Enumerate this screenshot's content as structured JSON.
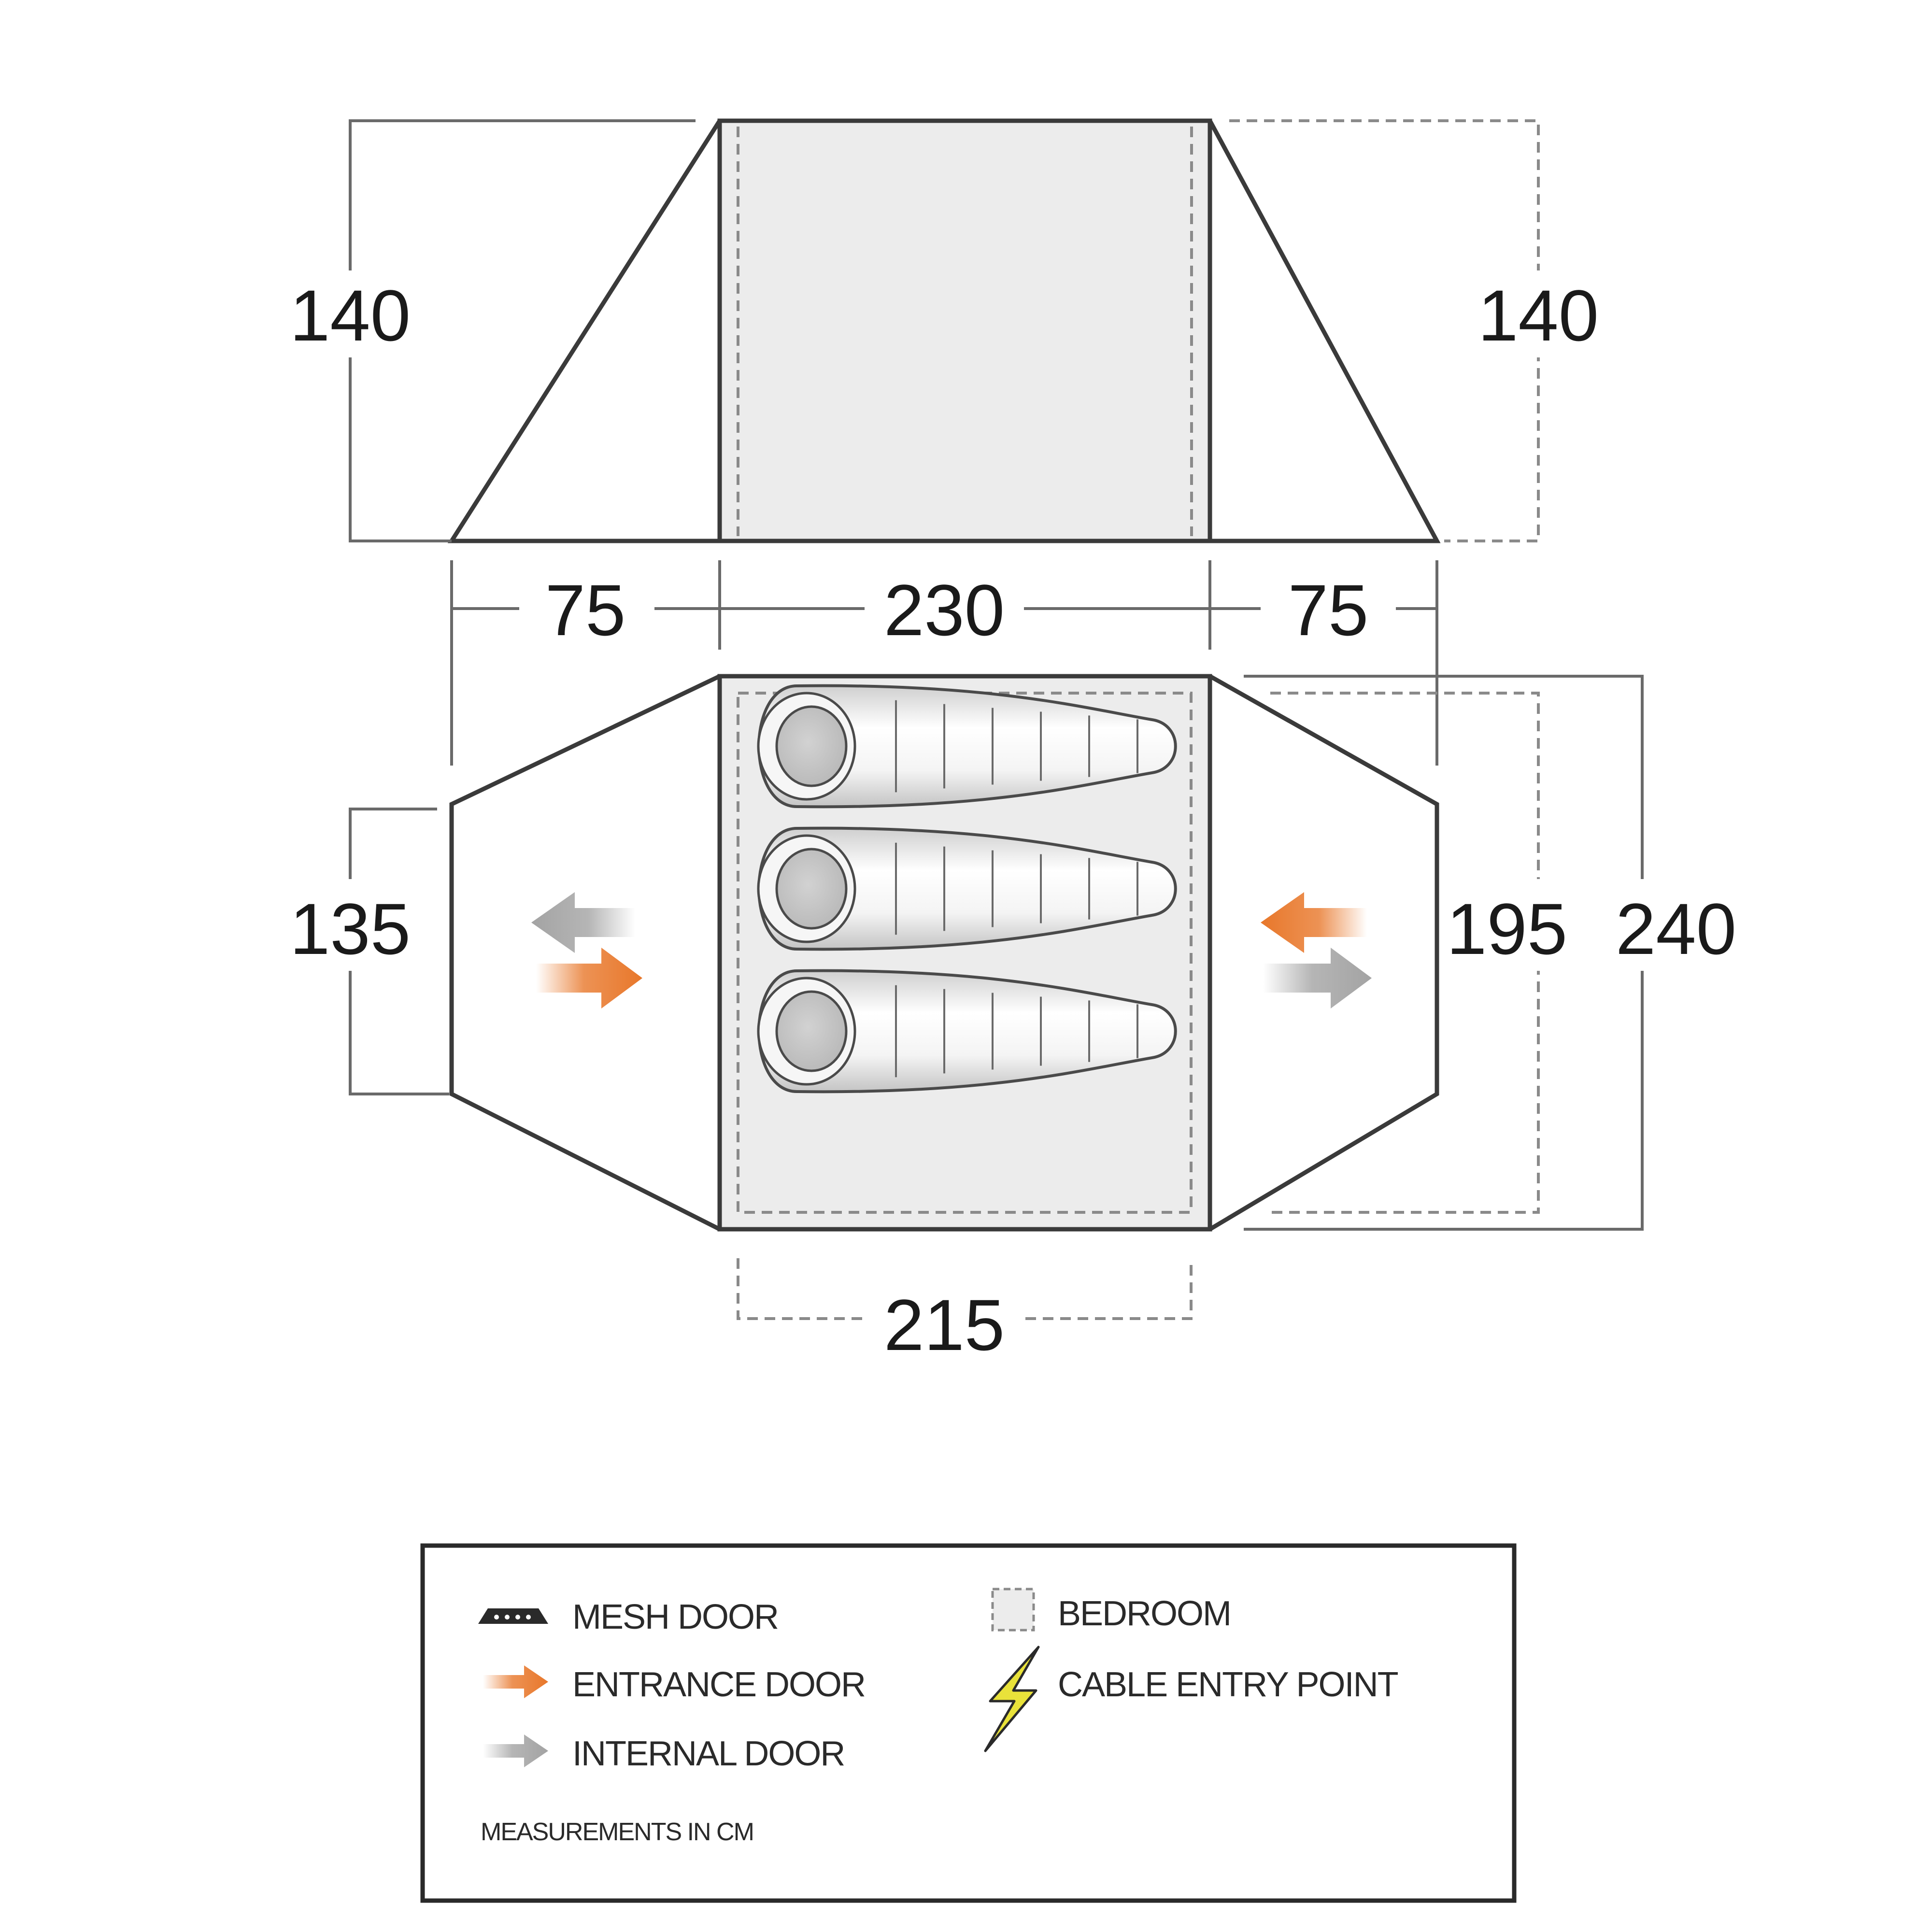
{
  "dimensions": {
    "side_height_left": "140",
    "side_height_right": "140",
    "porch_depth_left": "75",
    "bedroom_length": "230",
    "porch_depth_right": "75",
    "porch_width": "135",
    "bedroom_inner_width": "195",
    "overall_width": "240",
    "bedroom_inner_length": "215"
  },
  "legend": {
    "mesh_door": "MESH DOOR",
    "entrance_door": "ENTRANCE DOOR",
    "internal_door": "INTERNAL DOOR",
    "bedroom": "BEDROOM",
    "cable_entry_point": "CABLE ENTRY POINT",
    "units_note": "MEASUREMENTS IN CM"
  },
  "colors": {
    "outline": "#3a3a3a",
    "bedroom_fill": "#ececec",
    "entrance_arrow": "#e8772a",
    "internal_arrow": "#a3a3a3",
    "cable_icon": "#e9e23a"
  },
  "bedroom": {
    "sleeping_bags": 3
  }
}
